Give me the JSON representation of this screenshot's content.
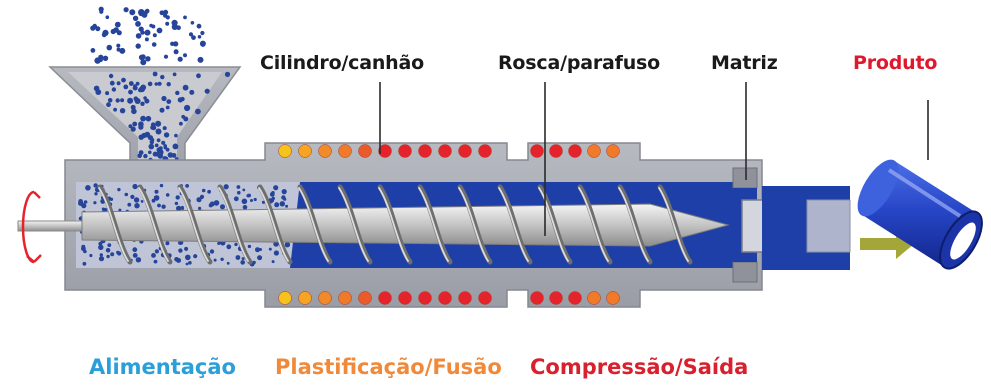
{
  "labels": {
    "cylinder": "Cilindro/canhão",
    "screw": "Rosca/parafuso",
    "die": "Matriz",
    "product": "Produto"
  },
  "zones": {
    "feed": "Alimentação",
    "plasticizing": "Plastificação/Fusão",
    "compression": "Compressão/Saída"
  },
  "colors": {
    "label_dark": "#1a1a1a",
    "product_label": "#e0182d",
    "feed_zone": "#2a9fd8",
    "plasticizing_zone": "#f08a3a",
    "compression_zone": "#d8202e",
    "barrel_gray": "#a9acb4",
    "melt_blue": "#1f3fa8",
    "pellet_blue": "#26449a",
    "heater_red": "#e5232c",
    "heater_orange": "#f07a2a",
    "heater_yellow": "#f6c21c",
    "arrow_olive": "#a5a63a"
  },
  "icons": [
    "rotation-arrow-icon",
    "flow-arrow-icon"
  ]
}
